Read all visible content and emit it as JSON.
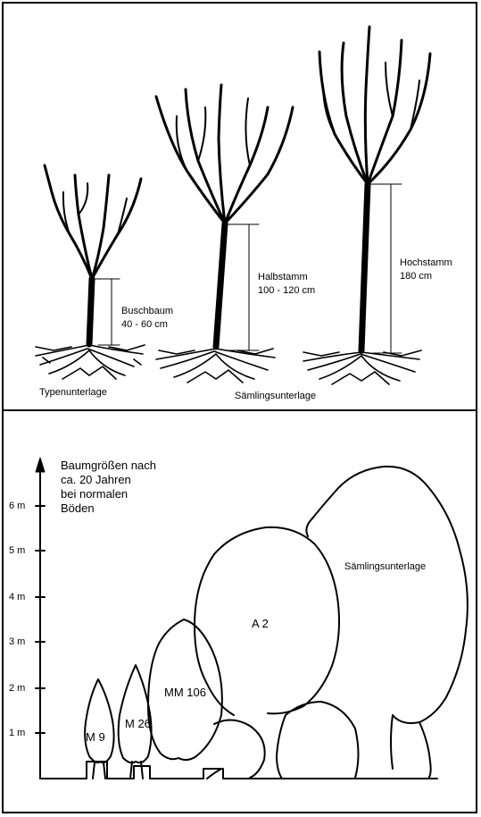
{
  "top_panel": {
    "labels": {
      "buschbaum_name": "Buschbaum",
      "buschbaum_height": "40 - 60 cm",
      "halbstamm_name": "Halbstamm",
      "halbstamm_height": "100 - 120 cm",
      "hochstamm_name": "Hochstamm",
      "hochstamm_height": "180 cm",
      "typen": "Typenunterlage",
      "saemling": "Sämlingsunterlage"
    }
  },
  "bottom_panel": {
    "title_lines": [
      "Baumgrößen nach",
      "ca. 20 Jahren",
      "bei normalen",
      "Böden"
    ],
    "y_ticks": [
      "6 m",
      "5 m",
      "4 m",
      "3 m",
      "2 m",
      "1 m"
    ],
    "trees": {
      "m9": "M 9",
      "m26": "M 26",
      "mm106": "MM 106",
      "a2": "A 2",
      "saemling": "Sämlingsunterlage"
    }
  }
}
